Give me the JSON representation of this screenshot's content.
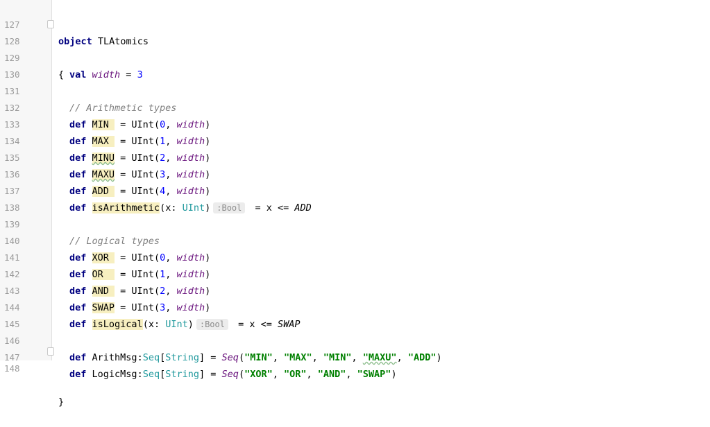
{
  "editor": {
    "line_numbers": [
      "127",
      "128",
      "129",
      "130",
      "131",
      "132",
      "133",
      "134",
      "135",
      "136",
      "137",
      "138",
      "139",
      "140",
      "141",
      "142",
      "143",
      "144",
      "145",
      "146",
      "147",
      "148"
    ],
    "l127": {
      "kw": "object",
      "name": " TLAtomics"
    },
    "l128": {
      "brace": "{"
    },
    "l129": {
      "kw": "val",
      "name": " width",
      "eq": " = ",
      "val": "3"
    },
    "l131": {
      "comment": "// Arithmetic types"
    },
    "defs_arith": [
      {
        "name": "MIN ",
        "arg": "0"
      },
      {
        "name": "MAX ",
        "arg": "1"
      },
      {
        "name": "MINU",
        "arg": "2"
      },
      {
        "name": "MAXU",
        "arg": "3"
      },
      {
        "name": "ADD ",
        "arg": "4"
      }
    ],
    "l137": {
      "fn": "isArithmetic",
      "param": "(x: ",
      "ptype": "UInt",
      "close": ")",
      "hint": ":Bool",
      "body": " = x <= ",
      "ref": "ADD"
    },
    "l139": {
      "comment": "// Logical types"
    },
    "defs_logic": [
      {
        "name": "XOR ",
        "arg": "0"
      },
      {
        "name": "OR  ",
        "arg": "1"
      },
      {
        "name": "AND ",
        "arg": "2"
      },
      {
        "name": "SWAP",
        "arg": "3"
      }
    ],
    "l144": {
      "fn": "isLogical",
      "param": "(x: ",
      "ptype": "UInt",
      "close": ")",
      "hint": ":Bool",
      "body": " = x <= ",
      "ref": "SWAP"
    },
    "l146": {
      "name": "ArithMsg",
      "colon": ":",
      "seq": "Seq",
      "br1": "[",
      "stype": "String",
      "br2": "]",
      "eq": " = ",
      "seqfn": "Seq",
      "open": "(",
      "strs": [
        "\"MIN\"",
        "\"MAX\"",
        "\"MIN\"",
        "\"MAXU\"",
        "\"ADD\""
      ],
      "close": ")"
    },
    "l147": {
      "name": "LogicMsg",
      "colon": ":",
      "seq": "Seq",
      "br1": "[",
      "stype": "String",
      "br2": "]",
      "eq": " = ",
      "seqfn": "Seq",
      "open": "(",
      "strs": [
        "\"XOR\"",
        "\"OR\"",
        "\"AND\"",
        "\"SWAP\""
      ],
      "close": ")"
    },
    "l148": {
      "brace": "}"
    },
    "tokens": {
      "def": "def",
      "uint": " = UInt(",
      "comma": ", ",
      "width": "width",
      "close": ")",
      "sep": ", "
    }
  }
}
